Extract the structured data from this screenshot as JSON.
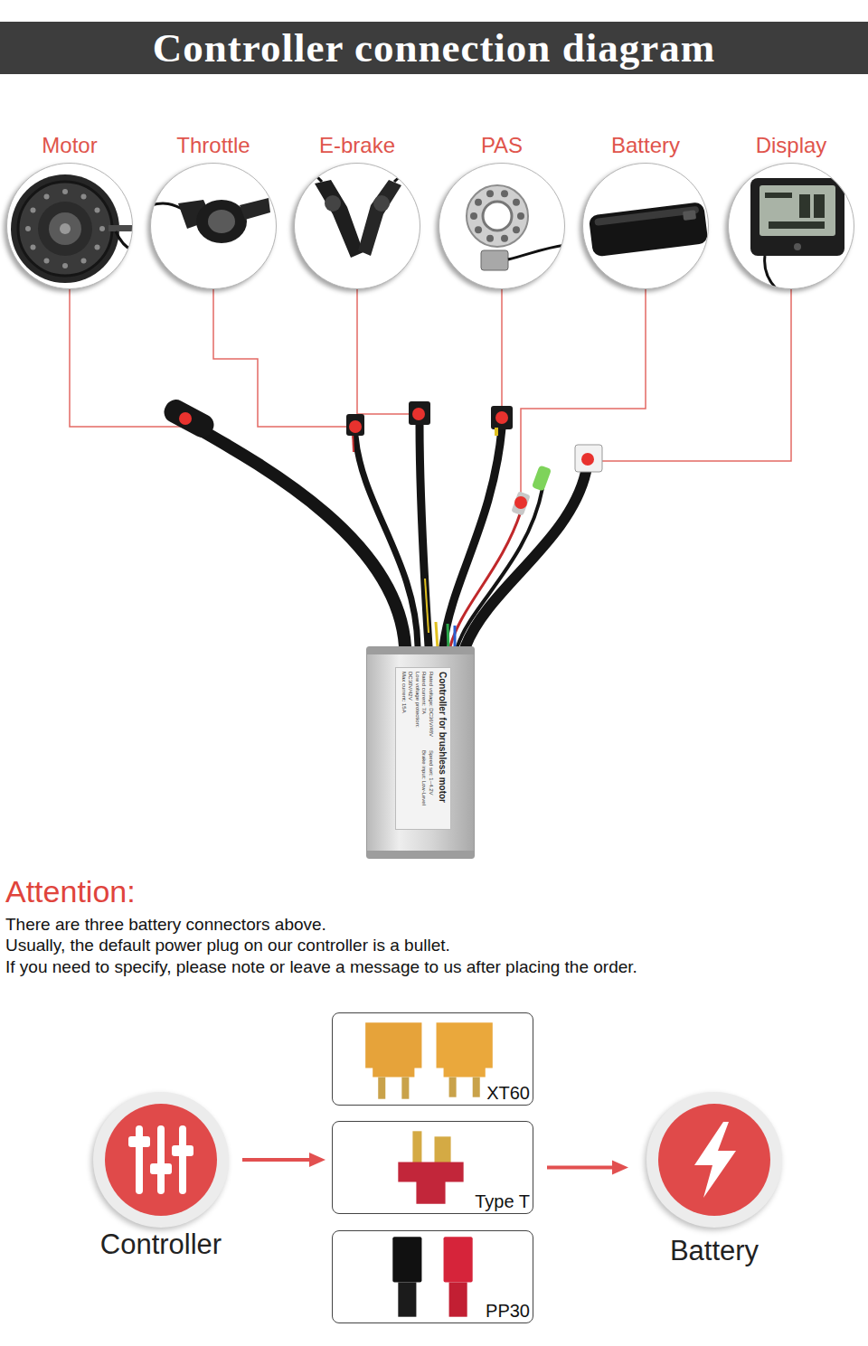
{
  "diagram": {
    "title": "Controller connection diagram",
    "nodes": [
      {
        "text": [
          "Motor"
        ]
      },
      {
        "text": [
          "Throttle"
        ]
      },
      {
        "text": [
          "E-brake"
        ]
      },
      {
        "text": [
          "PAS"
        ]
      },
      {
        "text": [
          "Battery"
        ]
      },
      {
        "text": [
          "Display"
        ]
      },
      {
        "text": [
          "Controller for brushless motor",
          "Rated voltage: DC36V/48V",
          "Rated current: 7A",
          "Low voltage protection: DC30V/42V",
          "Max current: 15A",
          "Speed set: 1~4.2V",
          "Brake input: Low-Level"
        ]
      },
      {
        "text": [
          "Controller"
        ]
      },
      {
        "text": [
          "XT60"
        ]
      },
      {
        "text": [
          "Type T"
        ]
      },
      {
        "text": [
          "PP30"
        ]
      },
      {
        "text": [
          "Battery"
        ]
      }
    ],
    "edges": [
      {
        "from": 0,
        "to": 6,
        "arrow": "none"
      },
      {
        "from": 1,
        "to": 6,
        "arrow": "none"
      },
      {
        "from": 2,
        "to": 6,
        "arrow": "none"
      },
      {
        "from": 3,
        "to": 6,
        "arrow": "none"
      },
      {
        "from": 4,
        "to": 6,
        "arrow": "none"
      },
      {
        "from": 5,
        "to": 6,
        "arrow": "none"
      },
      {
        "from": 7,
        "to": 9,
        "arrow": "to"
      },
      {
        "from": 9,
        "to": 11,
        "arrow": "to"
      }
    ],
    "labels": [
      "Attention:",
      "There are three battery connectors above.",
      "Usually, the default power plug on our controller is a bullet.",
      "If you need to specify, please note or leave a message to us after placing the order."
    ]
  }
}
